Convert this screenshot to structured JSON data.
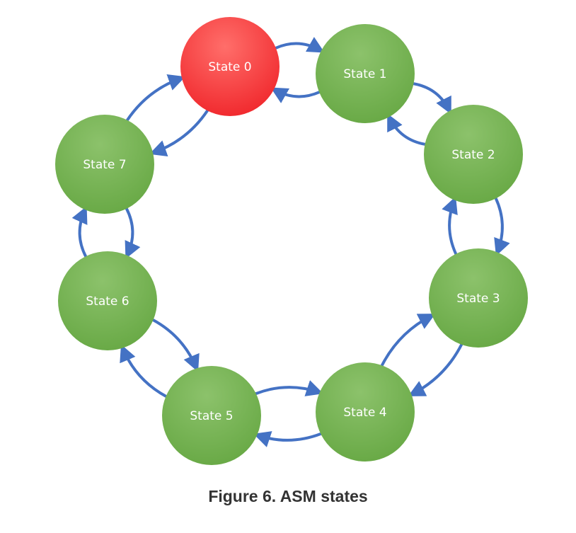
{
  "figure": {
    "caption": "Figure 6. ASM states"
  },
  "colors": {
    "active_state": "#f0262b",
    "active_state_highlight": "#ff6e6a",
    "state": "#67a844",
    "state_highlight": "#8cc26b",
    "arrow": "#4472c4",
    "label": "#ffffff"
  },
  "states": [
    {
      "id": "s0",
      "label": "State 0",
      "active": true
    },
    {
      "id": "s1",
      "label": "State 1",
      "active": false
    },
    {
      "id": "s2",
      "label": "State 2",
      "active": false
    },
    {
      "id": "s3",
      "label": "State 3",
      "active": false
    },
    {
      "id": "s4",
      "label": "State 4",
      "active": false
    },
    {
      "id": "s5",
      "label": "State 5",
      "active": false
    },
    {
      "id": "s6",
      "label": "State 6",
      "active": false
    },
    {
      "id": "s7",
      "label": "State 7",
      "active": false
    }
  ],
  "transitions": [
    {
      "from": "s0",
      "to": "s1"
    },
    {
      "from": "s1",
      "to": "s0"
    },
    {
      "from": "s1",
      "to": "s2"
    },
    {
      "from": "s2",
      "to": "s1"
    },
    {
      "from": "s2",
      "to": "s3"
    },
    {
      "from": "s3",
      "to": "s2"
    },
    {
      "from": "s3",
      "to": "s4"
    },
    {
      "from": "s4",
      "to": "s3"
    },
    {
      "from": "s4",
      "to": "s5"
    },
    {
      "from": "s5",
      "to": "s4"
    },
    {
      "from": "s5",
      "to": "s6"
    },
    {
      "from": "s6",
      "to": "s5"
    },
    {
      "from": "s6",
      "to": "s7"
    },
    {
      "from": "s7",
      "to": "s6"
    },
    {
      "from": "s7",
      "to": "s0"
    },
    {
      "from": "s0",
      "to": "s7"
    }
  ]
}
